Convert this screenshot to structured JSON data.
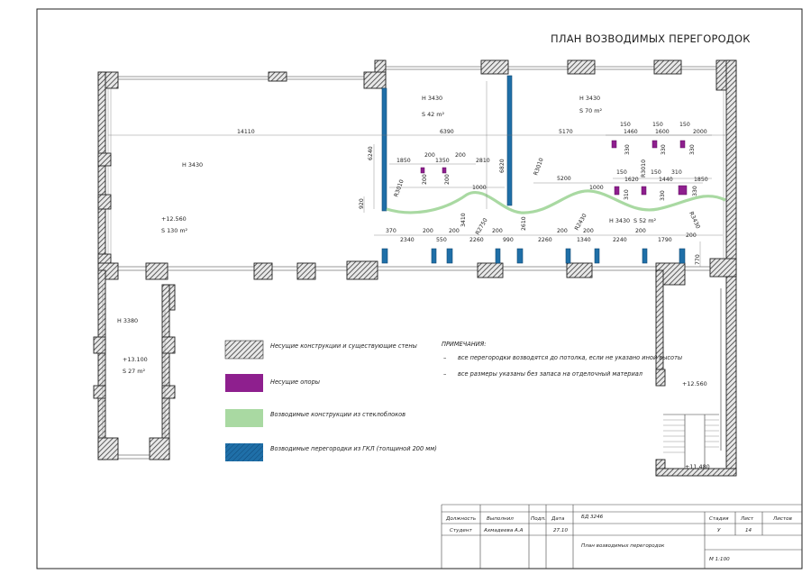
{
  "title": "ПЛАН ВОЗВОДИМЫХ ПЕРЕГОРОДОК",
  "rooms": {
    "big_room_h": "H 3430",
    "big_room_level": "+12.560",
    "big_room_area": "S 130 m²",
    "room_a_h": "H 3430",
    "room_a_area": "S 42 m²",
    "room_b_h": "H 3430",
    "room_b_area": "S 70 m²",
    "room_c_h": "H 3430",
    "room_c_area": "S 52 m²",
    "small_room_h": "H 3380",
    "small_room_level": "+13.100",
    "small_room_area": "S 27 m²",
    "stair_top": "+12.560",
    "stair_bottom": "+11.480"
  },
  "dimensions": {
    "d14110": "14110",
    "d6390": "6390",
    "d5170": "5170",
    "d6240": "6240",
    "d6820": "6820",
    "d1850a": "1850",
    "d200a": "200",
    "d1350": "1350",
    "d200b": "200",
    "d2810": "2810",
    "d200c": "200",
    "d200d": "200",
    "d1000a": "1000",
    "d1000b": "1000",
    "d5200": "5200",
    "d920": "920",
    "dR3010a": "R3010",
    "dR3010b": "R3010",
    "dR3010c": "R3010",
    "dR2750": "R2750",
    "dR2430": "R2430",
    "dR3430": "R3430",
    "d3410": "3410",
    "d2610": "2610",
    "d150a": "150",
    "d1460": "1460",
    "d150b": "150",
    "d1600": "1600",
    "d150c": "150",
    "d2000": "2000",
    "d330a": "330",
    "d330b": "330",
    "d330c": "330",
    "d150d": "150",
    "d1620": "1620",
    "d150e": "150",
    "d1440": "1440",
    "d310a": "310",
    "d1850b": "1850",
    "d310b": "310",
    "d330d": "330",
    "d330e": "330",
    "d370": "370",
    "d2340": "2340",
    "d200e": "200",
    "d550": "550",
    "d200f": "200",
    "d2260a": "2260",
    "d200g": "200",
    "d990": "990",
    "d2260b": "2260",
    "d200h": "200",
    "d1340": "1340",
    "d200i": "200",
    "d2240": "2240",
    "d200j": "200",
    "d1790": "1790",
    "d200k": "200",
    "d770": "770"
  },
  "legend": {
    "walls": "Несущие конструкции и существующие стены",
    "supports": "Несущие опоры",
    "glass": "Возводимые конструкции из стеклоблоков",
    "gkl": "Возводимые перегородки из ГКЛ (толщиной 200 мм)"
  },
  "notes": {
    "heading": "ПРИМЕЧАНИЯ:",
    "n1": "все перегородки возводятся до потолка, если не указано иной высоты",
    "n2": "все размеры указаны без запаса на отделочный материал"
  },
  "stamp": {
    "h_position": "Должность",
    "h_done": "Выполнил",
    "h_sign": "Подп.",
    "h_date": "Дата",
    "r_student": "Студент",
    "r_name": "Ахмадеева А.А",
    "r_date": "27.10",
    "code": "БД 3246",
    "drawing_name": "План возводимых перегородок",
    "h_stage": "Стадия",
    "h_sheet": "Лист",
    "h_sheets": "Листов",
    "v_stage": "У",
    "v_sheet": "14",
    "scale": "М 1:100"
  },
  "colors": {
    "wall_hatch": "#444444",
    "support": "#8e1f8e",
    "glass": "#a9d9a2",
    "gkl": "#1f6fa8"
  }
}
